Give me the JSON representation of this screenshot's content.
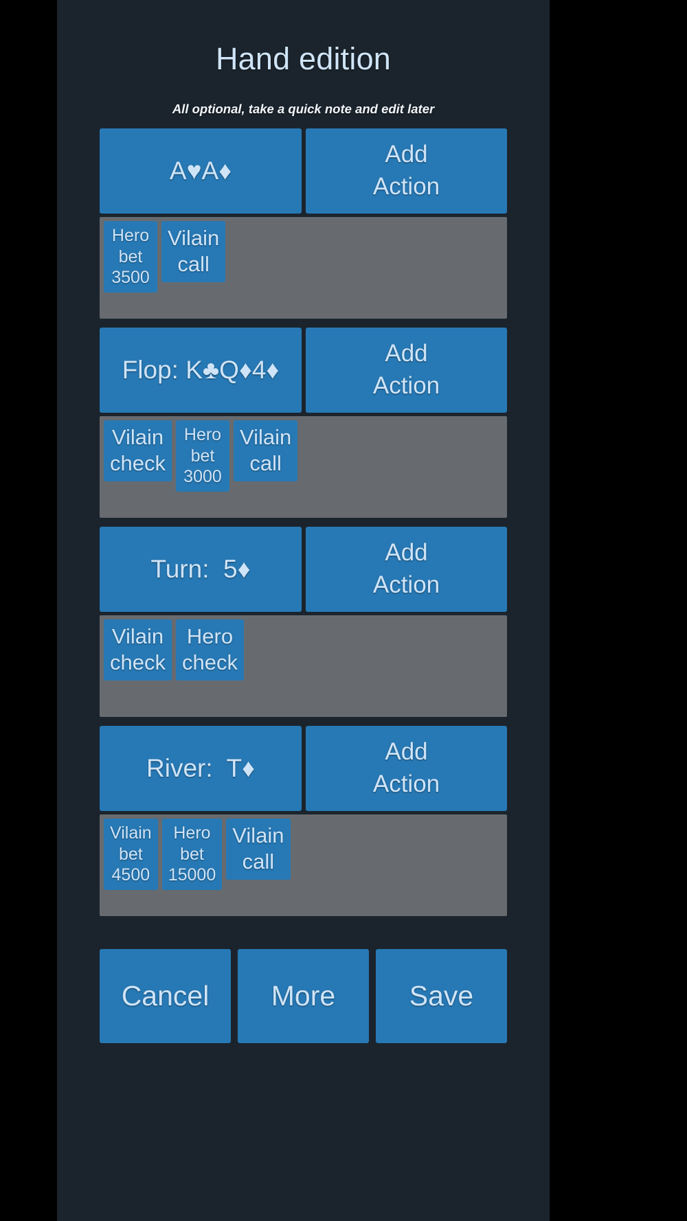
{
  "header": {
    "title": "Hand edition",
    "subtitle": "All optional, take a quick note and edit later"
  },
  "colors": {
    "page_background": "#1b242c",
    "outer_background": "#000000",
    "accent_blue": "#2779b5",
    "action_row_gray": "#676b70",
    "text_light_blue": "#cfe4f7"
  },
  "add_action_label": {
    "line1": "Add",
    "line2": "Action"
  },
  "streets": [
    {
      "name": "preflop",
      "label": "A♥A♦",
      "add_action": "Add Action",
      "actions": [
        {
          "lines": [
            "Hero",
            "bet",
            "3500"
          ]
        },
        {
          "lines": [
            "Vilain",
            "call"
          ]
        }
      ]
    },
    {
      "name": "flop",
      "label": "Flop: K♣Q♦4♦",
      "add_action": "Add Action",
      "actions": [
        {
          "lines": [
            "Vilain",
            "check"
          ]
        },
        {
          "lines": [
            "Hero",
            "bet",
            "3000"
          ]
        },
        {
          "lines": [
            "Vilain",
            "call"
          ]
        }
      ]
    },
    {
      "name": "turn",
      "label": "Turn:  5♦",
      "add_action": "Add Action",
      "actions": [
        {
          "lines": [
            "Vilain",
            "check"
          ]
        },
        {
          "lines": [
            "Hero",
            "check"
          ]
        }
      ]
    },
    {
      "name": "river",
      "label": "River:  T♦",
      "add_action": "Add Action",
      "actions": [
        {
          "lines": [
            "Vilain",
            "bet",
            "4500"
          ]
        },
        {
          "lines": [
            "Hero",
            "bet",
            "15000"
          ]
        },
        {
          "lines": [
            "Vilain",
            "call"
          ]
        }
      ]
    }
  ],
  "footer": {
    "cancel_label": "Cancel",
    "more_label": "More",
    "save_label": "Save"
  }
}
